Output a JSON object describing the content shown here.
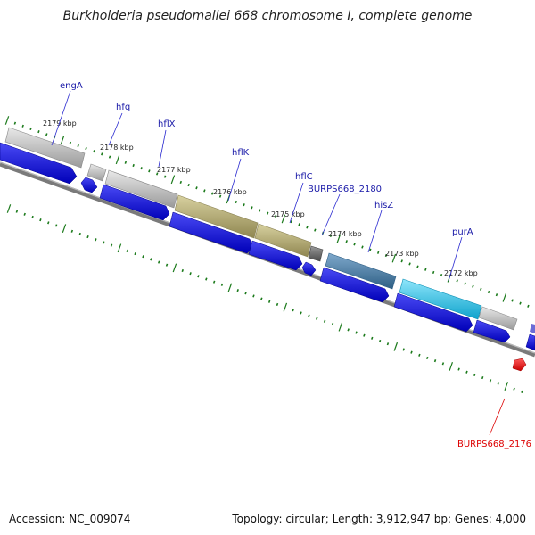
{
  "title": "Burkholderia pseudomallei 668 chromosome I, complete genome",
  "footer": {
    "accession": "Accession: NC_009074",
    "summary": "Topology: circular; Length: 3,912,947 bp; Genes: 4,000"
  },
  "scale_label": {
    "ticks_kbp": [
      {
        "text": "2179 kbp"
      },
      {
        "text": "2178 kbp"
      },
      {
        "text": "2177 kbp"
      },
      {
        "text": "2176 kbp"
      },
      {
        "text": "2175 kbp"
      },
      {
        "text": "2174 kbp"
      },
      {
        "text": "2173 kbp"
      },
      {
        "text": "2172 kbp"
      }
    ]
  },
  "gene_labels": [
    {
      "name": "engA",
      "color": "#1a1aa8"
    },
    {
      "name": "hfq",
      "color": "#1a1aa8"
    },
    {
      "name": "hflX",
      "color": "#1a1aa8"
    },
    {
      "name": "hflK",
      "color": "#1a1aa8"
    },
    {
      "name": "hflC",
      "color": "#1a1aa8"
    },
    {
      "name": "BURPS668_2180",
      "color": "#1a1aa8"
    },
    {
      "name": "hisZ",
      "color": "#1a1aa8"
    },
    {
      "name": "purA",
      "color": "#1a1aa8"
    },
    {
      "name": "BURPS668_2176",
      "color": "#dd0000"
    }
  ],
  "colors": {
    "backbone": "#808080",
    "cds_blue": "#1010e0",
    "tick_green": "#1b7a1b",
    "gene_gray": "#bdbdbd",
    "gene_olive": "#b5ac6c",
    "gene_darkgray": "#6a6a6a",
    "gene_steel": "#4a7fa6",
    "gene_cyan": "#28c6ee",
    "gene_red": "#ee0000"
  }
}
